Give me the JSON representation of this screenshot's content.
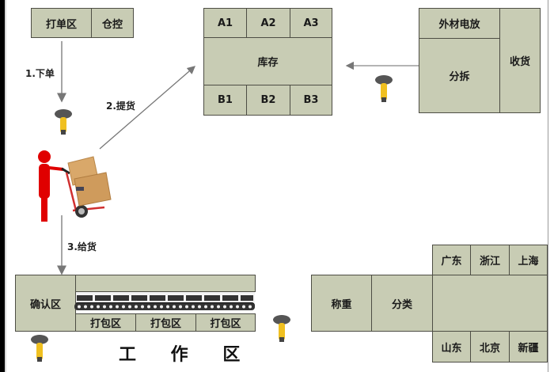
{
  "diagram": {
    "top_left": {
      "cells": [
        "打单区",
        "仓控"
      ]
    },
    "inventory": {
      "row_a": [
        "A1",
        "A2",
        "A3"
      ],
      "center": "库存",
      "row_b": [
        "B1",
        "B2",
        "B3"
      ]
    },
    "receiving": {
      "top": "外材电放",
      "center": "分拆",
      "side": "收货"
    },
    "steps": {
      "step1": "1.下单",
      "step2": "2.提货",
      "step3": "3.给货"
    },
    "work_area": {
      "confirm": "确认区",
      "packing": [
        "打包区",
        "打包区",
        "打包区"
      ],
      "title": "工 作 区"
    },
    "shipping": {
      "weigh": "称重",
      "sort": "分类",
      "top_regions": [
        "广东",
        "浙江",
        "上海"
      ],
      "bottom_regions": [
        "山东",
        "北京",
        "新疆"
      ]
    },
    "colors": {
      "box_fill": "#c8ccb4",
      "border": "#4d4d44",
      "person": "#e00000",
      "scanner": "#f0c020"
    }
  }
}
